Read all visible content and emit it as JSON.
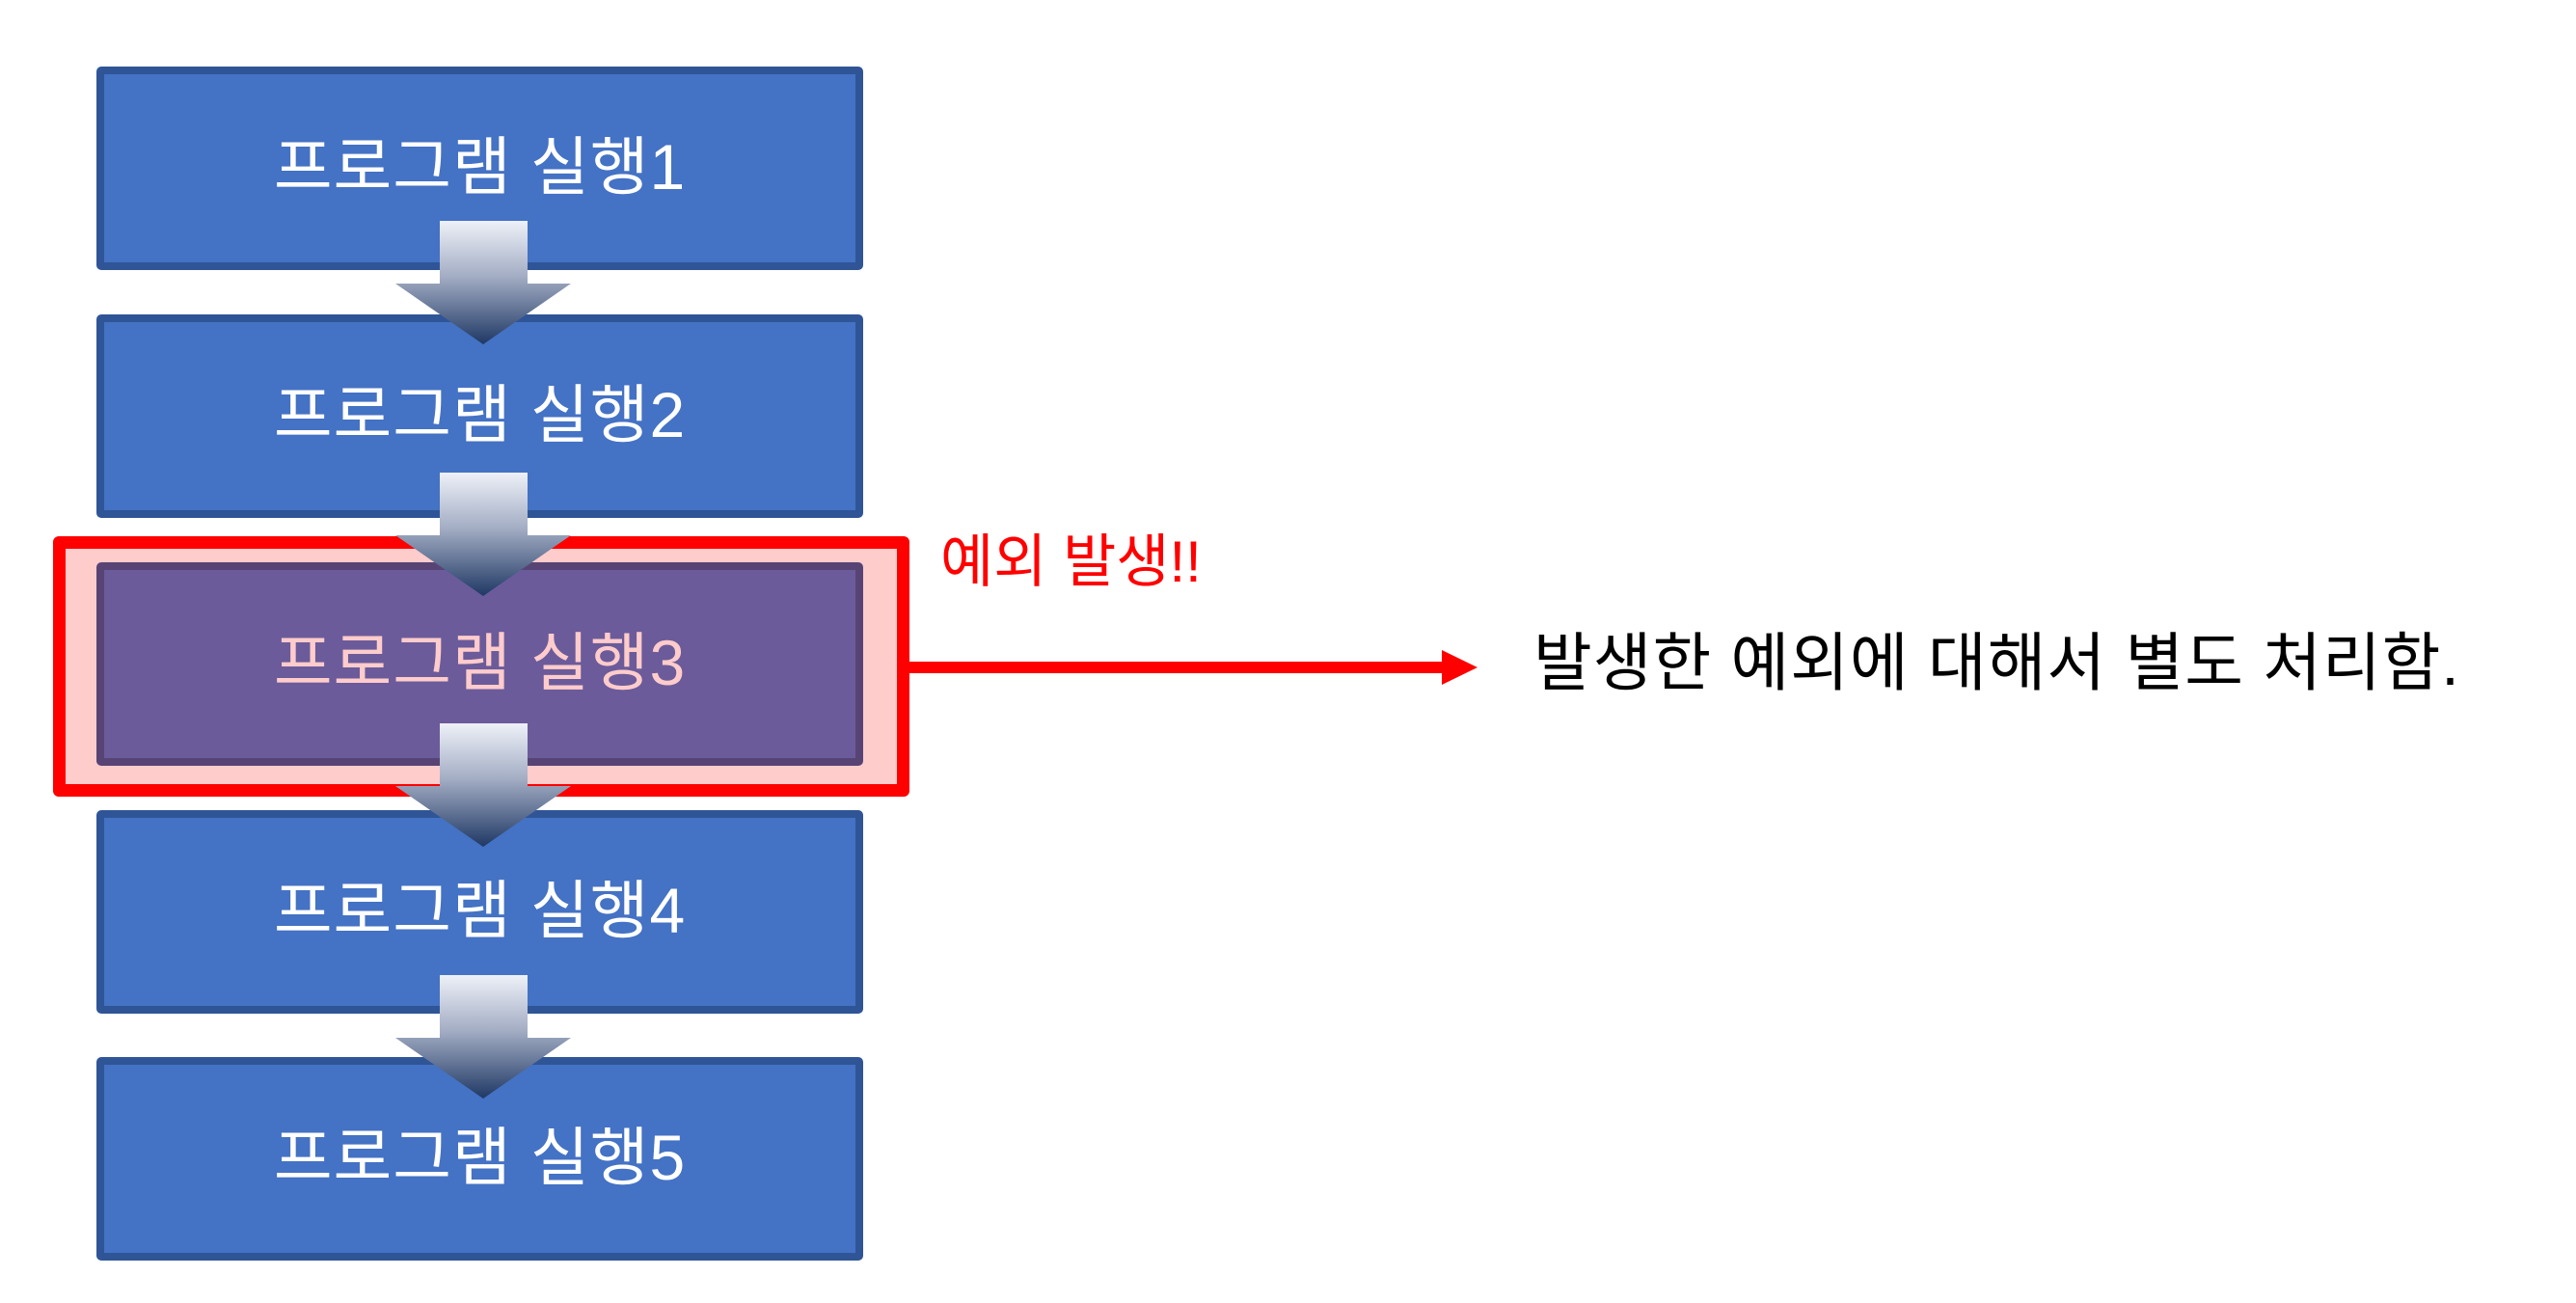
{
  "diagram": {
    "type": "flowchart",
    "direction": "top-to-bottom",
    "steps": [
      {
        "label": "프로그램 실행1",
        "state": "normal"
      },
      {
        "label": "프로그램 실행2",
        "state": "normal"
      },
      {
        "label": "프로그램 실행3",
        "state": "exception"
      },
      {
        "label": "프로그램 실행4",
        "state": "normal"
      },
      {
        "label": "프로그램 실행5",
        "state": "normal"
      }
    ],
    "arrows": [
      {
        "from": 1,
        "to": 2,
        "icon": "down-arrow-icon"
      },
      {
        "from": 2,
        "to": 3,
        "icon": "down-arrow-icon"
      },
      {
        "from": 3,
        "to": 4,
        "icon": "down-arrow-icon"
      },
      {
        "from": 4,
        "to": 5,
        "icon": "down-arrow-icon"
      }
    ],
    "exception": {
      "label": "예외 발생!!",
      "handling_text": "발생한 예외에 대해서 별도 처리함.",
      "connector_icon": "right-arrow-icon"
    }
  },
  "colors": {
    "box_fill": "#4472C4",
    "box_border": "#2F5597",
    "box_text": "#FFFFFF",
    "highlight_fill": "#6B5B9A",
    "highlight_border": "#574475",
    "highlight_text": "#FFCCCC",
    "frame_border": "#FF0000",
    "frame_fill": "#FFCCCC",
    "arrow_gradient_top": "#EEF1F8",
    "arrow_gradient_bottom": "#1F3864",
    "exception_text": "#FF0000",
    "handling_text": "#000000"
  }
}
